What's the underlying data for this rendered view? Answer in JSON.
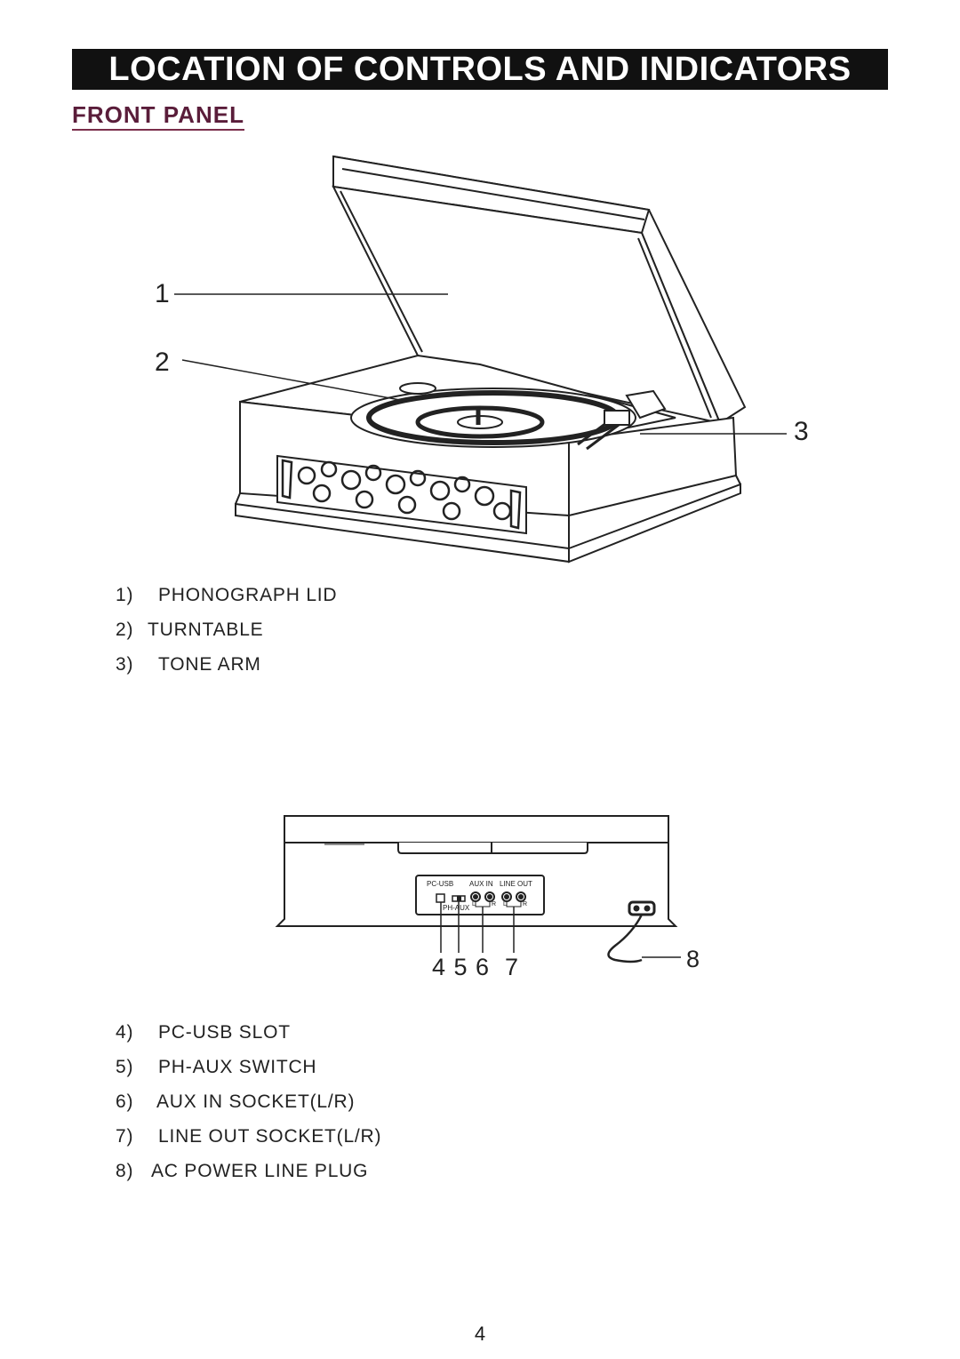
{
  "header": {
    "title": "LOCATION OF CONTROLS AND INDICATORS",
    "subtitle": "FRONT PANEL"
  },
  "top_diagram": {
    "callouts": [
      "1",
      "2",
      "3"
    ]
  },
  "top_list": [
    {
      "num": "1)",
      "label": "PHONOGRAPH LID"
    },
    {
      "num": "2)",
      "label": "TURNTABLE"
    },
    {
      "num": "3)",
      "label": "TONE ARM"
    }
  ],
  "rear_diagram": {
    "panel_labels": {
      "pc_usb": "PC-USB",
      "aux_in": "AUX IN",
      "line_out": "LINE OUT",
      "ph_aux": "PH-AUX",
      "l": "L",
      "r": "R"
    },
    "callouts": {
      "group": "4 5 6  7",
      "plug": "8"
    }
  },
  "bottom_list": [
    {
      "num": "4)",
      "label": "PC-USB SLOT"
    },
    {
      "num": "5)",
      "label": "PH-AUX SWITCH"
    },
    {
      "num": "6)",
      "label": "AUX IN SOCKET(L/R)"
    },
    {
      "num": "7)",
      "label": "LINE OUT SOCKET(L/R)"
    },
    {
      "num": "8)",
      "label": "AC POWER LINE PLUG"
    }
  ],
  "footer": {
    "page_number": "4"
  }
}
